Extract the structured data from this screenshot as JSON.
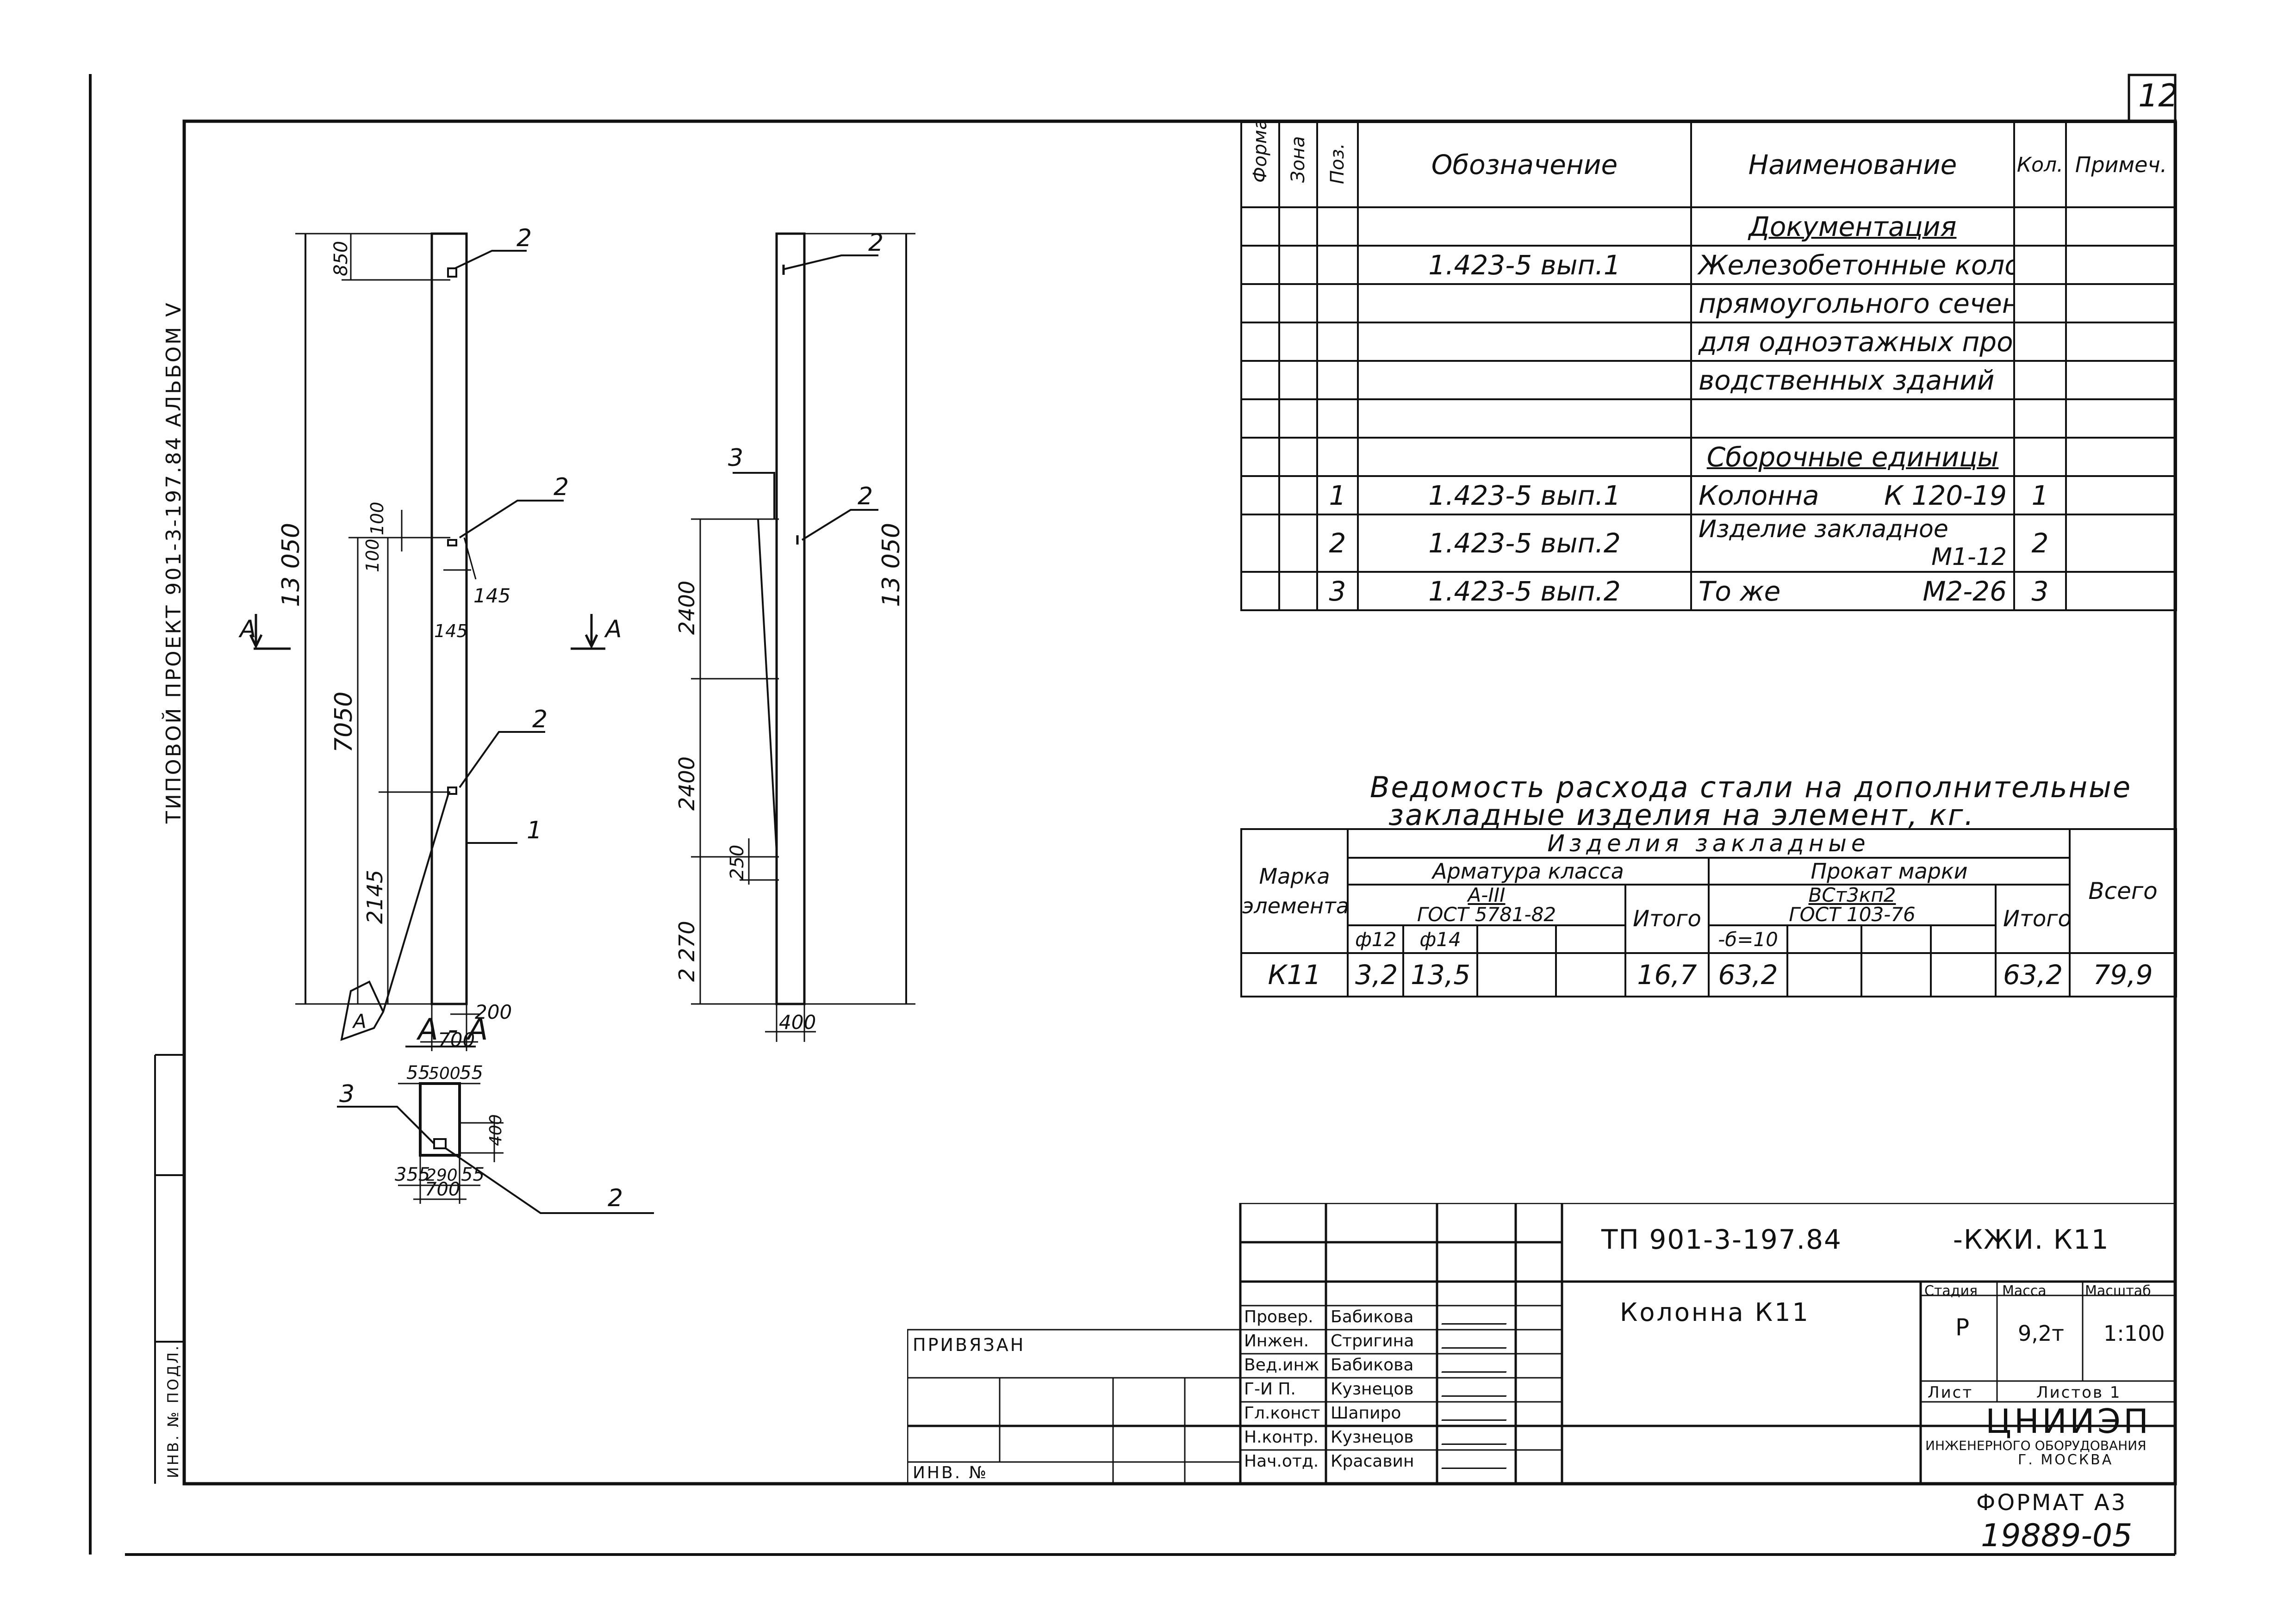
{
  "sheet": {
    "page_number": "12",
    "album_label": "ТИПОВОЙ ПРОЕКТ 901-3-197.84 АЛЬБОМ V",
    "inv_label": "ИНВ. № ПОДЛ.",
    "format_label": "ФОРМАТ А3",
    "archive_number": "19889-05"
  },
  "spec_table": {
    "headers": {
      "format": "Формат",
      "zone": "Зона",
      "pos": "Поз.",
      "designation": "Обозначение",
      "name": "Наименование",
      "qty": "Кол.",
      "note": "Примеч."
    },
    "section_docs": "Документация",
    "doc_designation": "1.423-5  вып.1",
    "doc_name_lines": [
      "Железобетонные колонны",
      "прямоугольного сечения",
      "для одноэтажных произ-",
      "водственных зданий"
    ],
    "section_assembly": "Сборочные единицы",
    "items": [
      {
        "pos": "1",
        "designation": "1.423-5  вып.1",
        "name": "Колонна",
        "mark": "К 120-19",
        "qty": "1"
      },
      {
        "pos": "2",
        "designation": "1.423-5  вып.2",
        "name": "Изделие закладное",
        "mark": "М1-12",
        "qty": "2"
      },
      {
        "pos": "3",
        "designation": "1.423-5  вып.2",
        "name": "То же",
        "mark": "М2-26",
        "qty": "3"
      }
    ]
  },
  "steel_table": {
    "title_line1": "Ведомость  расхода  стали на дополнительные",
    "title_line2": "закладные  изделия на элемент, кг.",
    "h_mark": "Марка элемента",
    "h_group": "Изделия  закладные",
    "h_rebar": "Арматура  класса",
    "h_rebar_class": "А-III",
    "h_rebar_gost": "ГОСТ  5781-82",
    "h_d12": "ф12",
    "h_d14": "ф14",
    "h_total1": "Итого",
    "h_rolled": "Прокат   марки",
    "h_rolled_grade": "ВСт3кп2",
    "h_rolled_gost": "ГОСТ  103-76",
    "h_plate": "-б=10",
    "h_total2": "Итого",
    "h_all": "Всего",
    "row": {
      "mark": "К11",
      "d12": "3,2",
      "d14": "13,5",
      "total1": "16,7",
      "plate": "63,2",
      "total2": "63,2",
      "all": "79,9"
    }
  },
  "title_block": {
    "code": "ТП 901-3-197.84",
    "suffix": "-КЖИ. К11",
    "element": "Колонна  К11",
    "stage_h": "Стадия",
    "mass_h": "Масса",
    "scale_h": "Масштаб",
    "stage": "Р",
    "mass": "9,2т",
    "scale": "1:100",
    "sheet_h": "Лист",
    "sheets_h": "Листов 1",
    "org_name": "ЦНИИЭП",
    "org_line2": "ИНЖЕНЕРНОГО ОБОРУДОВАНИЯ",
    "org_line3": "Г. МОСКВА",
    "privyazan": "ПРИВЯЗАН",
    "inv_no": "ИНВ. №",
    "signatures": [
      {
        "role": "Провер.",
        "person": "Бабикова"
      },
      {
        "role": "Инжен.",
        "person": "Стригина"
      },
      {
        "role": "Вед.инж",
        "person": "Бабикова"
      },
      {
        "role": "Г-И П.",
        "person": "Кузнецов"
      },
      {
        "role": "Гл.конст",
        "person": "Шапиро"
      },
      {
        "role": "Н.контр.",
        "person": "Кузнецов"
      },
      {
        "role": "Нач.отд.",
        "person": "Красавин"
      }
    ]
  },
  "drawing": {
    "dim_height_left": "13 050",
    "dim_height_right": "13 050",
    "dim_top": "850",
    "dim_100a": "100",
    "dim_100b": "100",
    "dim_145a": "145",
    "dim_145b": "145",
    "dim_7050": "7050",
    "dim_2145": "2145",
    "dim_200": "200",
    "dim_700": "700",
    "dim_2400a": "2400",
    "dim_2400b": "2400",
    "dim_2270": "2 270",
    "dim_250": "250",
    "dim_400": "400",
    "cut_a": "А",
    "section_title": "А - А",
    "sec_55a": "55",
    "sec_500": "500",
    "sec_55b": "55",
    "sec_400": "400",
    "sec_355": "355",
    "sec_290": "290",
    "sec_55c": "55",
    "sec_700": "700",
    "lbl_1": "1",
    "lbl_2": "2",
    "lbl_3": "3"
  }
}
